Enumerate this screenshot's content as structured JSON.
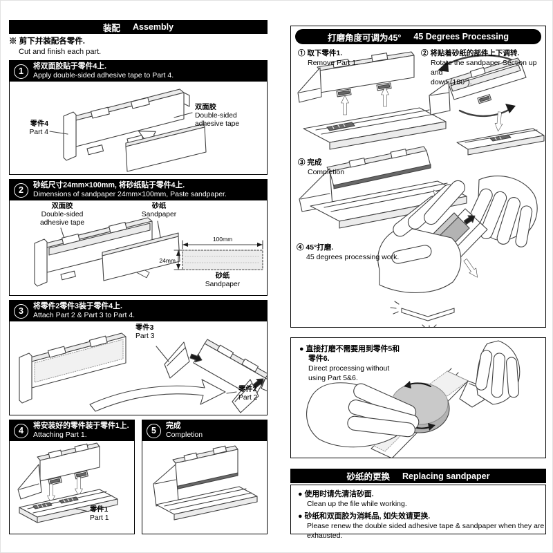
{
  "assembly": {
    "title_zh": "装配",
    "title_en": "Assembly",
    "note_zh": "※ 剪下并装配各零件.",
    "note_en": "Cut and finish each part.",
    "steps": [
      {
        "num": "1",
        "zh": "将双面胶贴于零件4上.",
        "en": "Apply double-sided adhesive tape to Part 4."
      },
      {
        "num": "2",
        "zh": "砂纸尺寸24mm×100mm, 将砂纸贴于零件4上.",
        "en": "Dimensions of sandpaper 24mm×100mm, Paste sandpaper."
      },
      {
        "num": "3",
        "zh": "将零件2零件3装于零件4上.",
        "en": "Attach Part 2 & Part 3 to Part 4."
      },
      {
        "num": "4",
        "zh": "将安装好的零件装于零件1上.",
        "en": "Attaching Part 1."
      },
      {
        "num": "5",
        "zh": "完成",
        "en": "Completion"
      }
    ],
    "labels": {
      "part4_zh": "零件4",
      "part4_en": "Part 4",
      "tape_zh": "双面胶",
      "tape_en1": "Double-sided",
      "tape_en2": "adhesive tape",
      "sandpaper_zh": "砂纸",
      "sandpaper_en": "Sandpaper",
      "part3_zh": "零件3",
      "part3_en": "Part 3",
      "part2_zh": "零件2",
      "part2_en": "Part 2",
      "part1_zh": "零件1",
      "part1_en": "Part 1",
      "dim_w": "100mm",
      "dim_h": "24mm"
    }
  },
  "processing": {
    "title_zh": "打磨角度可调为45°",
    "title_en": "45 Degrees Processing",
    "steps": [
      {
        "num": "①",
        "zh": "取下零件1.",
        "en": "Remove Part 1.",
        "en2": ""
      },
      {
        "num": "②",
        "zh": "将贴着砂纸的部件上下调转.",
        "en": "Rotate the sandpaper Section up and",
        "en2": "down (180°)."
      },
      {
        "num": "③",
        "zh": "完成",
        "en": "Completion",
        "en2": ""
      },
      {
        "num": "④",
        "zh": "45°打磨.",
        "en": "45 degrees processing work.",
        "en2": ""
      }
    ],
    "direct_note": {
      "zh1": "● 直接打磨不需要用到零件5和",
      "zh2": "零件6.",
      "en1": "Direct processing without",
      "en2": "using Part 5&6."
    }
  },
  "replacing": {
    "title_zh": "砂纸的更换",
    "title_en": "Replacing sandpaper",
    "notes": [
      {
        "zh": "● 使用时请先清洁砂面.",
        "en": "Clean up the file while working."
      },
      {
        "zh": "● 砂纸和双面胶为消耗品, 如失效请更换.",
        "en": "Please renew the double sided adhesive tape & sandpaper when they are exhausted."
      }
    ]
  }
}
